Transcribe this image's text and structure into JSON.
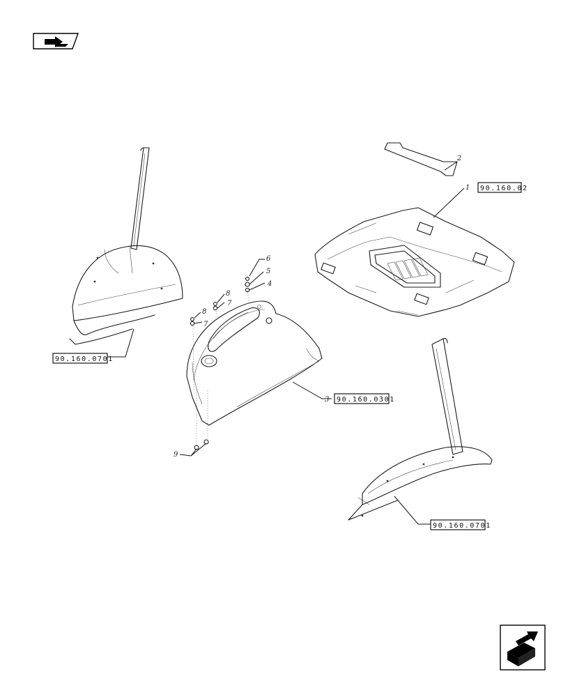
{
  "references": {
    "roof_liner": "90.160.02",
    "left_pillar_trim": "90.160.0701",
    "console_trim": "90.160.0301",
    "right_pillar_trim": "90.160.0701"
  },
  "callouts": {
    "c1_roof": "1",
    "c2": "2",
    "c3": "3",
    "c6": "6",
    "c5": "5",
    "c4": "4",
    "c8a": "8",
    "c7a": "7",
    "c8b": "8",
    "c7b": "7",
    "c9": "9"
  },
  "icons": {
    "top_left": "book-arrow-icon",
    "bottom_right": "next-page-arrow-icon"
  }
}
